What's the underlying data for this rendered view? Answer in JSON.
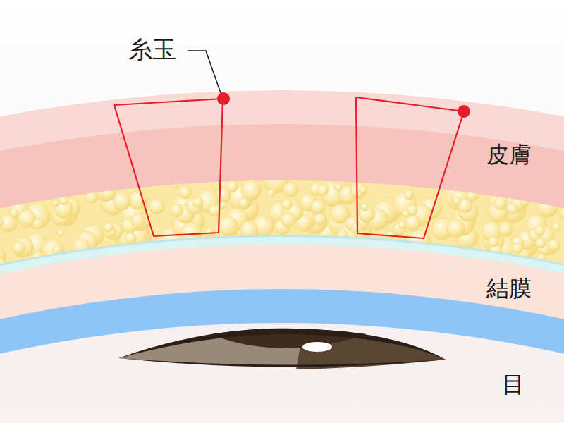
{
  "diagram": {
    "labels": [
      "糸玉",
      "皮膚",
      "結膜",
      "目"
    ]
  }
}
